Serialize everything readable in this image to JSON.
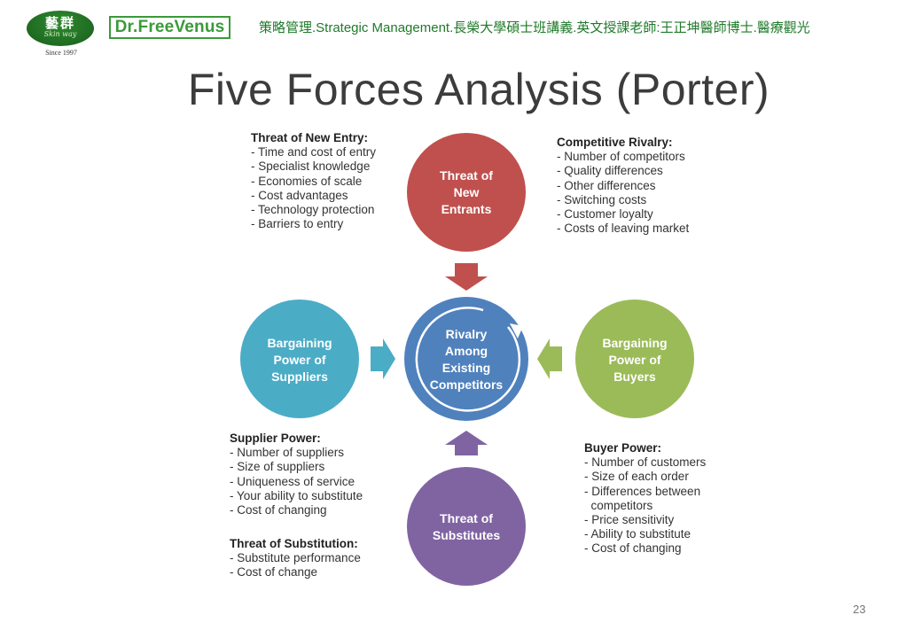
{
  "logos": {
    "left_logo_cn": "藝群",
    "left_logo_script": "Skin way",
    "left_logo_since": "Since 1997",
    "right_logo": "Dr.FreeVenus"
  },
  "header": {
    "text": "策略管理.Strategic Management.長榮大學碩士班講義.英文授課老師:王正坤醫師博士.醫療觀光"
  },
  "title": "Five Forces Analysis (Porter)",
  "forces": {
    "top": {
      "label_lines": [
        "Threat of",
        "New",
        "Entrants"
      ],
      "color": "#c0504d"
    },
    "left": {
      "label_lines": [
        "Bargaining",
        "Power of",
        "Suppliers"
      ],
      "color": "#4bacc6"
    },
    "center": {
      "label_lines": [
        "Rivalry",
        "Among",
        "Existing",
        "Competitors"
      ],
      "color": "#4f81bd"
    },
    "right": {
      "label_lines": [
        "Bargaining",
        "Power of",
        "Buyers"
      ],
      "color": "#9bbb59"
    },
    "bottom": {
      "label_lines": [
        "Threat of",
        "Substitutes"
      ],
      "color": "#8064a2"
    }
  },
  "factors": {
    "new_entry": {
      "heading": "Threat of New Entry:",
      "items": [
        "- Time and cost of entry",
        "- Specialist knowledge",
        "- Economies of scale",
        "- Cost advantages",
        "- Technology protection",
        "- Barriers to entry"
      ]
    },
    "competitive_rivalry": {
      "heading": "Competitive Rivalry:",
      "items": [
        "- Number of competitors",
        "- Quality differences",
        "- Other differences",
        "- Switching costs",
        "- Customer loyalty",
        "- Costs of leaving market"
      ]
    },
    "supplier_power": {
      "heading": "Supplier Power:",
      "items": [
        "- Number of suppliers",
        "- Size of suppliers",
        "- Uniqueness of service",
        "- Your ability to substitute",
        "- Cost of changing"
      ]
    },
    "buyer_power": {
      "heading": "Buyer Power:",
      "items": [
        "- Number of customers",
        "- Size of each order",
        "- Differences between",
        "  competitors",
        "- Price sensitivity",
        "- Ability to substitute",
        "- Cost of changing"
      ]
    },
    "substitution": {
      "heading": "Threat of Substitution:",
      "items": [
        "- Substitute performance",
        "- Cost of change"
      ]
    }
  },
  "page_number": "23"
}
